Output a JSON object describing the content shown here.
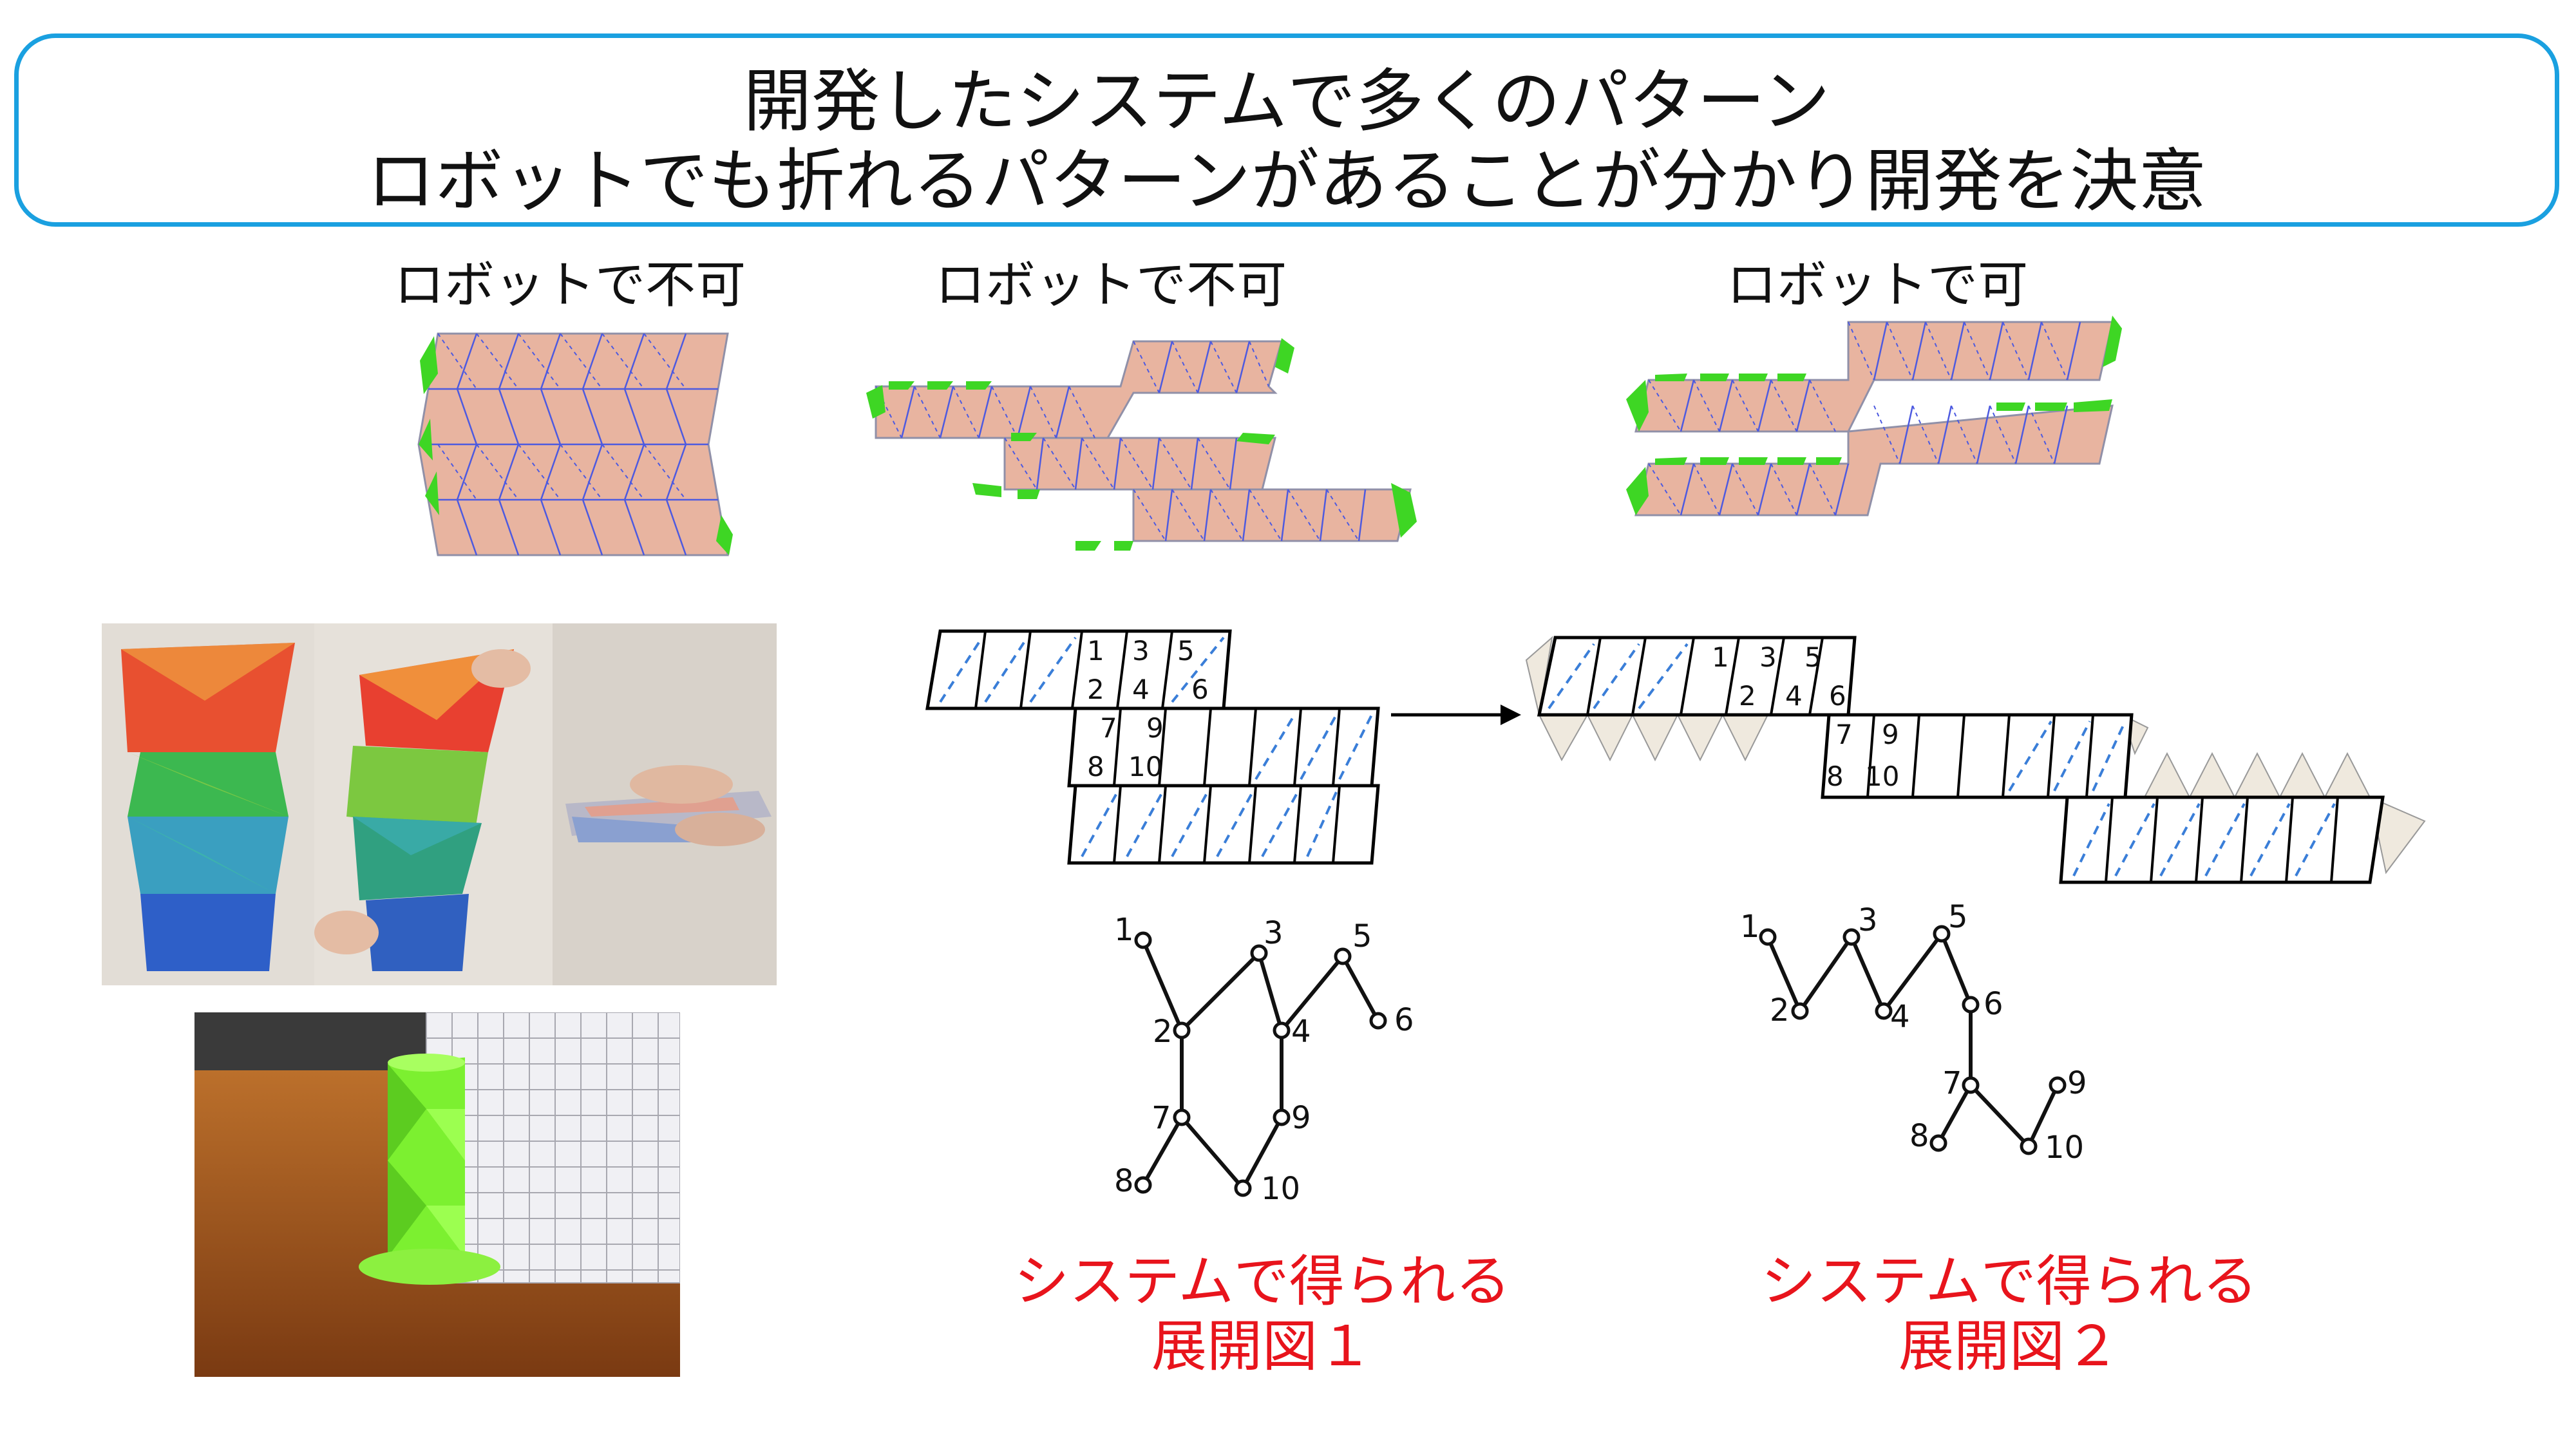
{
  "title": {
    "line1": "開発したシステムで多くのパターン",
    "line2": "ロボットでも折れるパターンがあることが分かり開発を決意"
  },
  "patterns": [
    {
      "label": "ロボットで不可"
    },
    {
      "label": "ロボットで不可"
    },
    {
      "label": "ロボットで可"
    }
  ],
  "diagram1": {
    "numbers": [
      "1",
      "2",
      "3",
      "4",
      "5",
      "6",
      "7",
      "8",
      "9",
      "10"
    ],
    "caption_line1": "システムで得られる",
    "caption_line2": "展開図１"
  },
  "diagram2": {
    "numbers": [
      "1",
      "2",
      "3",
      "4",
      "5",
      "6",
      "7",
      "8",
      "9",
      "10"
    ],
    "caption_line1": "システムで得られる",
    "caption_line2": "展開図２"
  },
  "colors": {
    "accent_border": "#1aa0e0",
    "panel_fill": "#e8b4a0",
    "tab_green": "#3ed624",
    "caption_red": "#e8141c",
    "dash_blue": "#4a7fd0",
    "triangle_fill": "#efe9de"
  }
}
